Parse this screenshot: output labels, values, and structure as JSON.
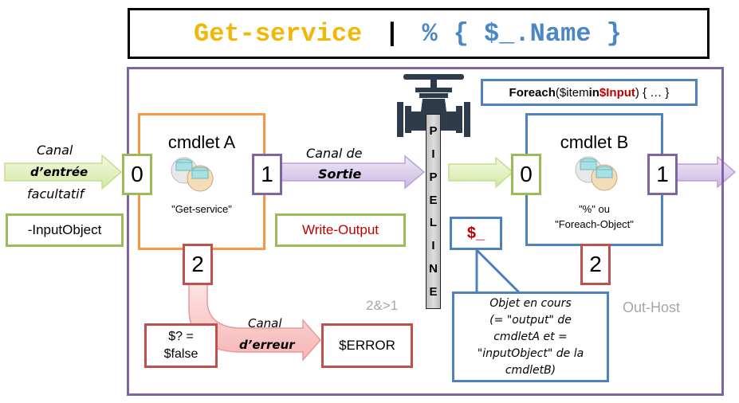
{
  "command": {
    "cmdlet": "Get-service",
    "pipe": "|",
    "alias": "%",
    "scriptblock": "{ $_.Name }",
    "colors": {
      "cmdlet": "#f2b705",
      "pipe": "#000000",
      "alias": "#4a86c8"
    }
  },
  "input_channel": {
    "line1": "Canal",
    "line2": "d’entrée",
    "line3": "facultatif",
    "param": "-InputObject"
  },
  "cmdlet_a": {
    "title": "cmdlet A",
    "subtitle": "\"Get-service\"",
    "in_port": "0",
    "out_port": "1",
    "err_port": "2",
    "border": "#f79646"
  },
  "output_channel": {
    "line1": "Canal de",
    "line2": "Sortie",
    "writer": "Write-Output"
  },
  "pipeline": {
    "letters": [
      "P",
      "I",
      "P",
      "E",
      "L",
      "I",
      "N",
      "E"
    ]
  },
  "foreach_snippet": {
    "keyword": "Foreach",
    "open": "(",
    "item": "$item",
    "in": "in",
    "input": "$Input",
    "rest": ") { … }"
  },
  "cmdlet_b": {
    "title": "cmdlet B",
    "sub1": "\"%\" ou",
    "sub2": "\"Foreach-Object\"",
    "in_port": "0",
    "out_port": "1",
    "err_port": "2",
    "border": "#4f81bd"
  },
  "current_object": {
    "var": "$_",
    "callout": [
      "Objet en cours",
      "(= \"output\" de",
      "cmdletA et =",
      "\"inputObject\" de la",
      "cmdletB)"
    ]
  },
  "error_channel": {
    "line1": "Canal",
    "line2": "d’erreur",
    "status": [
      "$? =",
      "$false"
    ],
    "target": "$ERROR",
    "redirect": "2&>1"
  },
  "out_host": "Out-Host",
  "colors": {
    "frame": "#8064a2",
    "green": "#9bbb59",
    "red": "#c0504d",
    "blue": "#4f81bd",
    "orange": "#f79646",
    "dark_red": "#c00000"
  }
}
